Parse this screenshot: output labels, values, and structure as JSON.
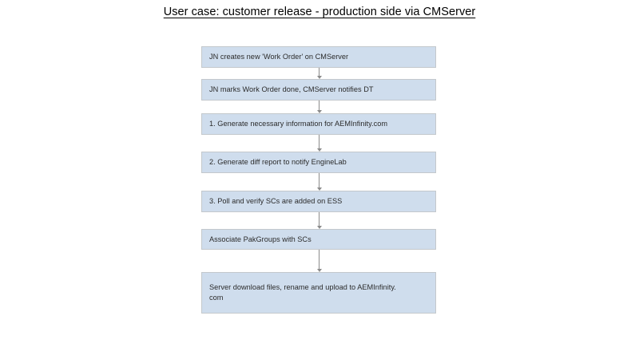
{
  "slide": {
    "background_color": "#ffffff",
    "title": "User case: customer release - production side via CMServer"
  },
  "diagram": {
    "type": "flowchart",
    "orientation": "vertical",
    "node_fill_color": "#cfdded",
    "node_border_color": "#c3c8cc",
    "node_text_color": "#2b2b2b",
    "connector_color": "#8b8b8b",
    "nodes": [
      {
        "id": "n1",
        "label": "JN creates new 'Work Order' on CMServer"
      },
      {
        "id": "n2",
        "label": "JN marks Work Order done, CMServer notifies DT"
      },
      {
        "id": "n3",
        "label": "1. Generate necessary information for AEMInfinity.com"
      },
      {
        "id": "n4",
        "label": "2. Generate diff report to notify EngineLab"
      },
      {
        "id": "n5",
        "label": "3. Poll and verify SCs are added on ESS"
      },
      {
        "id": "n6",
        "label": "Associate PakGroups with SCs"
      },
      {
        "id": "n7",
        "label": "Server download files, rename and  upload to AEMInfinity.\ncom"
      }
    ],
    "connectors": [
      {
        "from": "n1",
        "to": "n2"
      },
      {
        "from": "n2",
        "to": "n3"
      },
      {
        "from": "n3",
        "to": "n4"
      },
      {
        "from": "n4",
        "to": "n5"
      },
      {
        "from": "n5",
        "to": "n6"
      },
      {
        "from": "n6",
        "to": "n7"
      }
    ]
  }
}
